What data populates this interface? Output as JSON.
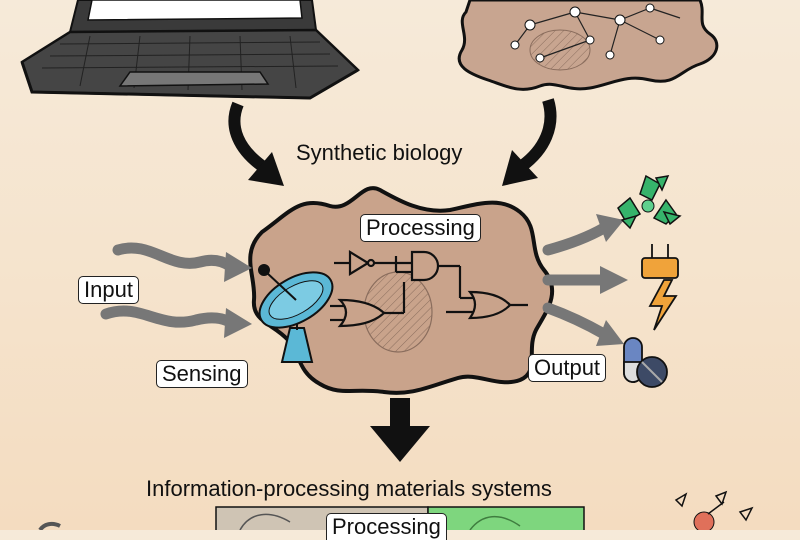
{
  "labels": {
    "synthetic_biology": "Synthetic biology",
    "processing_top": "Processing",
    "input": "Input",
    "sensing": "Sensing",
    "output": "Output",
    "materials_systems": "Information-processing materials systems",
    "processing_bottom": "Processing"
  },
  "icons": [
    "laptop-icon",
    "cell-network-icon",
    "satellite-dish-icon",
    "logic-circuit-icon",
    "recycle-icon",
    "power-plug-icon",
    "pills-icon"
  ],
  "colors": {
    "background": "#f5e4cd",
    "cell_fill": "#c9a38b",
    "arrow_gray": "#7a7a7a",
    "recycle_green": "#36b36b",
    "plug_orange": "#f0a33a",
    "dish_blue": "#5bb8d6"
  }
}
